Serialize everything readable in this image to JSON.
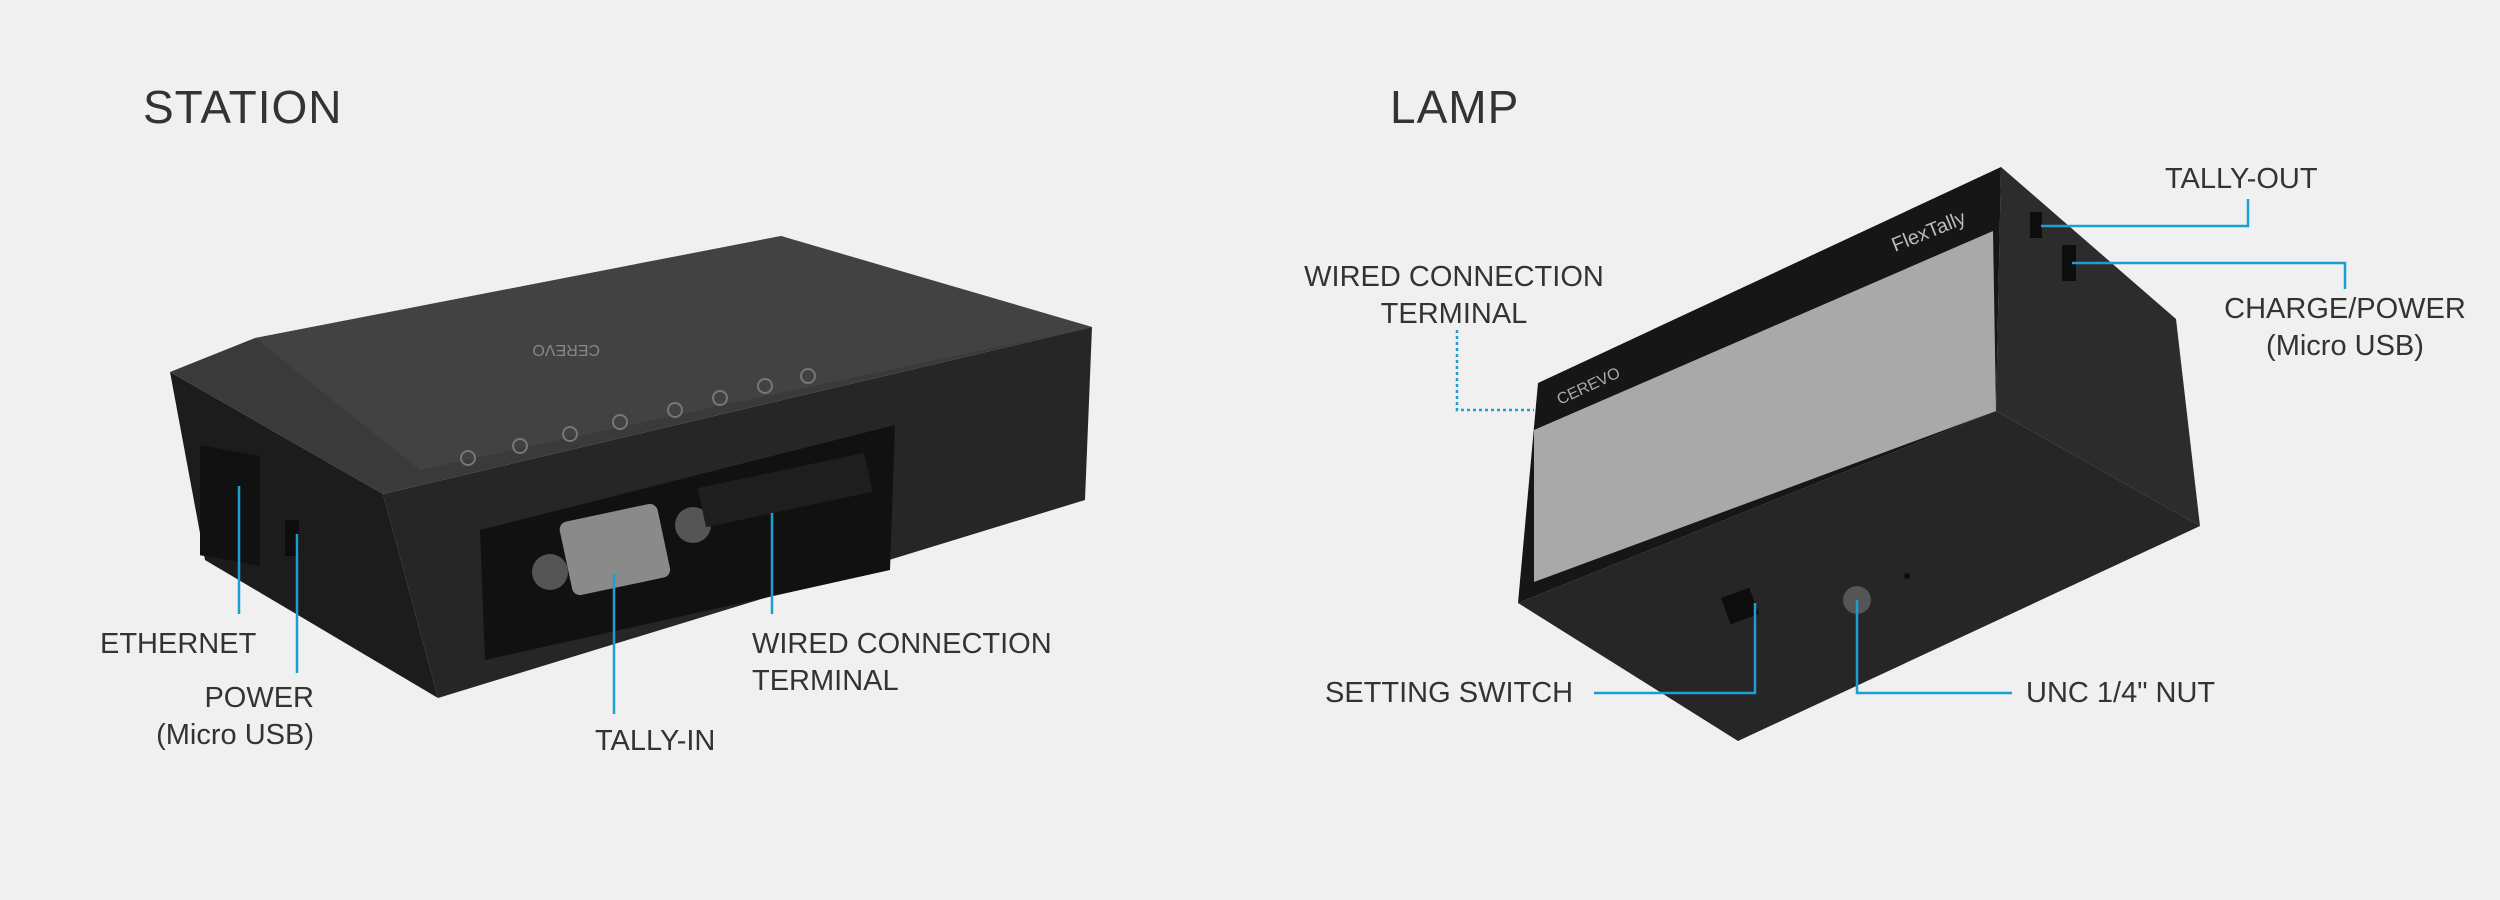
{
  "station": {
    "title": "STATION",
    "brand": "CEREVO",
    "labels": {
      "ethernet": "ETHERNET",
      "power": "POWER",
      "power_sub": "(Micro USB)",
      "tally_in": "TALLY-IN",
      "wired_1": "WIRED CONNECTION",
      "wired_2": "TERMINAL"
    }
  },
  "lamp": {
    "title": "LAMP",
    "brand": "CEREVO",
    "model": "FlexTally",
    "labels": {
      "tally_out": "TALLY-OUT",
      "charge": "CHARGE/POWER",
      "charge_sub": "(Micro USB)",
      "wired_1": "WIRED CONNECTION",
      "wired_2": "TERMINAL",
      "setting_switch": "SETTING SWITCH",
      "unc_nut": "UNC 1/4\" NUT"
    }
  },
  "colors": {
    "callout": "#1a9fd0",
    "body": "#222222",
    "background": "#f0f0f0"
  }
}
